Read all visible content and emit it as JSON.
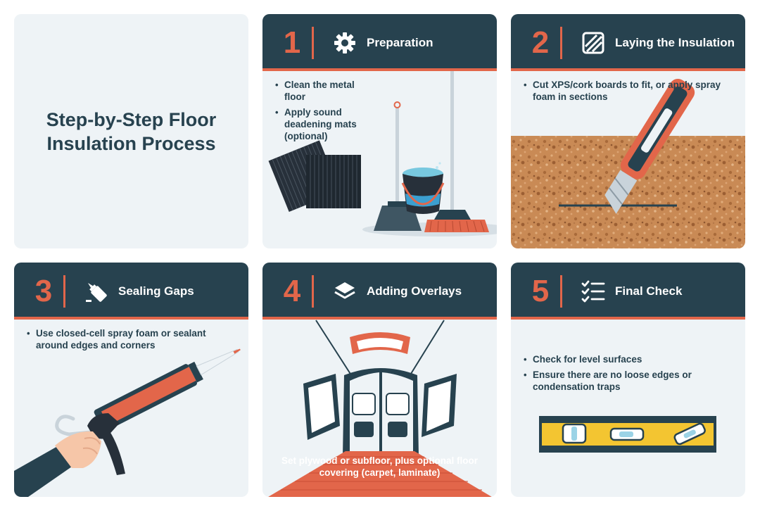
{
  "title": "Step-by-Step Floor Insulation Process",
  "colors": {
    "navy": "#27424f",
    "accent": "#e2664a",
    "card_bg": "#eef3f6",
    "cork": "#c98a55",
    "level_yellow": "#f3c531"
  },
  "steps": [
    {
      "number": "1",
      "label": "Preparation",
      "icon": "gear-icon",
      "bullets": [
        "Clean the metal floor",
        "Apply sound deadening mats (optional)"
      ]
    },
    {
      "number": "2",
      "label": "Laying the Insulation",
      "icon": "hatched-board-icon",
      "bullets": [
        "Cut XPS/cork boards to fit, or apply spray foam in sections"
      ]
    },
    {
      "number": "3",
      "label": "Sealing Gaps",
      "icon": "caulk-tube-icon",
      "bullets": [
        "Use closed-cell spray foam or sealant around edges and corners"
      ]
    },
    {
      "number": "4",
      "label": "Adding Overlays",
      "icon": "layers-icon",
      "caption": "Set plywood or subfloor, plus optional floor covering (carpet, laminate)"
    },
    {
      "number": "5",
      "label": "Final Check",
      "icon": "checklist-icon",
      "bullets": [
        "Check for level surfaces",
        "Ensure there are no loose edges or condensation traps"
      ]
    }
  ]
}
